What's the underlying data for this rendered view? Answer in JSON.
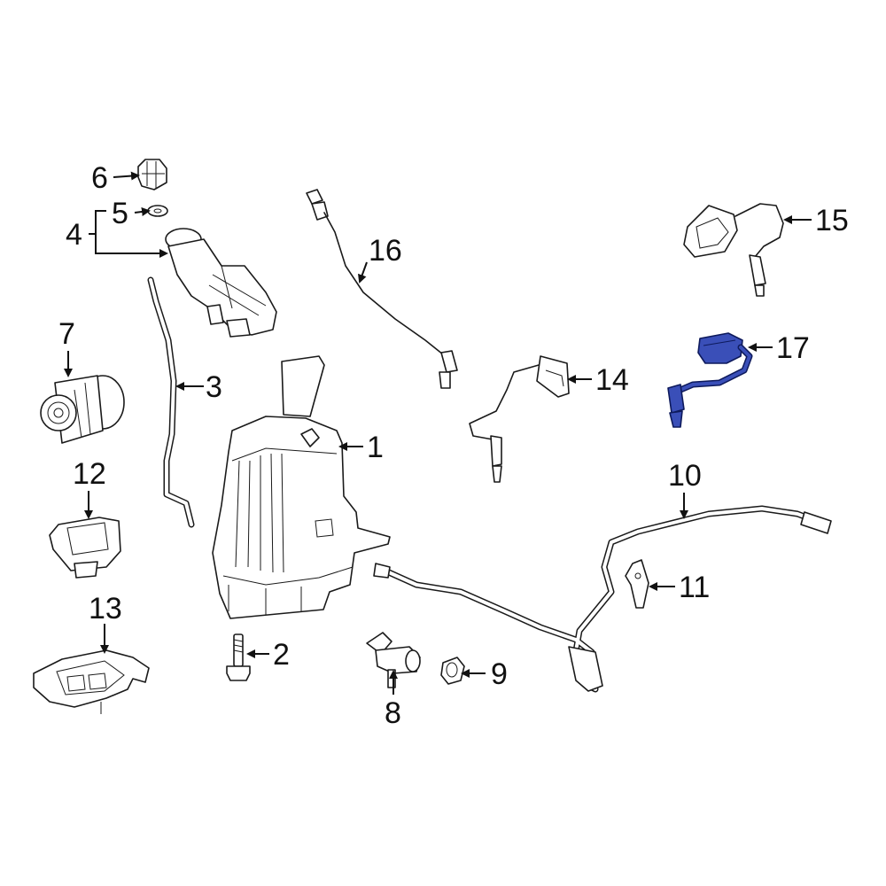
{
  "colors": {
    "line": "#1a1a1a",
    "highlight_fill": "#3a4fb8",
    "highlight_stroke": "#0e1a5c",
    "background": "#ffffff"
  },
  "callouts": {
    "c1": "1",
    "c2": "2",
    "c3": "3",
    "c4": "4",
    "c5": "5",
    "c6": "6",
    "c7": "7",
    "c8": "8",
    "c9": "9",
    "c10": "10",
    "c11": "11",
    "c12": "12",
    "c13": "13",
    "c14": "14",
    "c15": "15",
    "c16": "16",
    "c17": "17"
  },
  "highlighted_part": "17"
}
